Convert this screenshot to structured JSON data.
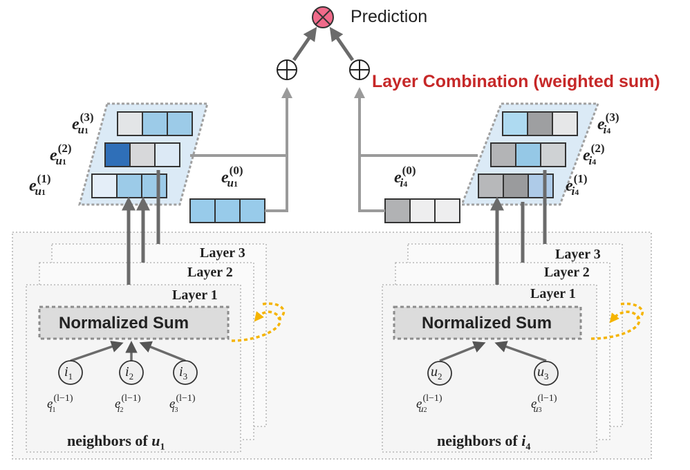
{
  "prediction_label": "Prediction",
  "layer_combination_label": "Layer Combination (weighted sum)",
  "colors": {
    "combo_red": "#c62828",
    "pred_pink": "#f06a8a",
    "arrow_gray": "#6b6b6b",
    "highlight_blue": "#dbeaf6",
    "dashed_orange": "#f5b400"
  },
  "icons": {
    "prediction": "circle-times-icon",
    "combine": "circle-plus-icon"
  },
  "left": {
    "layer_labels": [
      "Layer 3",
      "Layer 2",
      "Layer 1"
    ],
    "normalized_sum": "Normalized Sum",
    "neighbors_prefix": "neighbors of ",
    "neighbors_var": "u",
    "neighbors_sub": "1",
    "nodes": [
      {
        "var": "i",
        "sub": "1"
      },
      {
        "var": "i",
        "sub": "2"
      },
      {
        "var": "i",
        "sub": "3"
      }
    ],
    "emb_base": "e",
    "emb_layer_sup": "(l−1)",
    "emb_labels": [
      {
        "sup": "(3)",
        "var": "u",
        "sub": "1"
      },
      {
        "sup": "(2)",
        "var": "u",
        "sub": "1"
      },
      {
        "sup": "(1)",
        "var": "u",
        "sub": "1"
      },
      {
        "sup": "(0)",
        "var": "u",
        "sub": "1"
      }
    ]
  },
  "right": {
    "layer_labels": [
      "Layer 3",
      "Layer 2",
      "Layer 1"
    ],
    "normalized_sum": "Normalized Sum",
    "neighbors_prefix": "neighbors of ",
    "neighbors_var": "i",
    "neighbors_sub": "4",
    "nodes": [
      {
        "var": "u",
        "sub": "2"
      },
      {
        "var": "u",
        "sub": "3"
      }
    ],
    "emb_base": "e",
    "emb_layer_sup": "(l−1)",
    "emb_labels": [
      {
        "sup": "(3)",
        "var": "i",
        "sub": "4"
      },
      {
        "sup": "(2)",
        "var": "i",
        "sub": "4"
      },
      {
        "sup": "(1)",
        "var": "i",
        "sub": "4"
      },
      {
        "sup": "(0)",
        "var": "i",
        "sub": "4"
      }
    ]
  },
  "cell_colors": {
    "u3": [
      "#e3e5e7",
      "#9ccbe8",
      "#9ccbe8"
    ],
    "u2": [
      "#2f6fb8",
      "#d7d8da",
      "#dce9f5"
    ],
    "u1": [
      "#e4eef8",
      "#9ccbe8",
      "#9ccbe8"
    ],
    "u0": [
      "#98cbea",
      "#98cbea",
      "#98cbea"
    ],
    "i3": [
      "#aedaf1",
      "#9e9fa1",
      "#e6e7e8"
    ],
    "i2": [
      "#b3b4b6",
      "#95c8e6",
      "#cfd2d4"
    ],
    "i1": [
      "#b7b8ba",
      "#9a9b9d",
      "#aecbe8"
    ],
    "i0": [
      "#b1b2b4",
      "#eeeeef",
      "#eeeeef"
    ]
  }
}
